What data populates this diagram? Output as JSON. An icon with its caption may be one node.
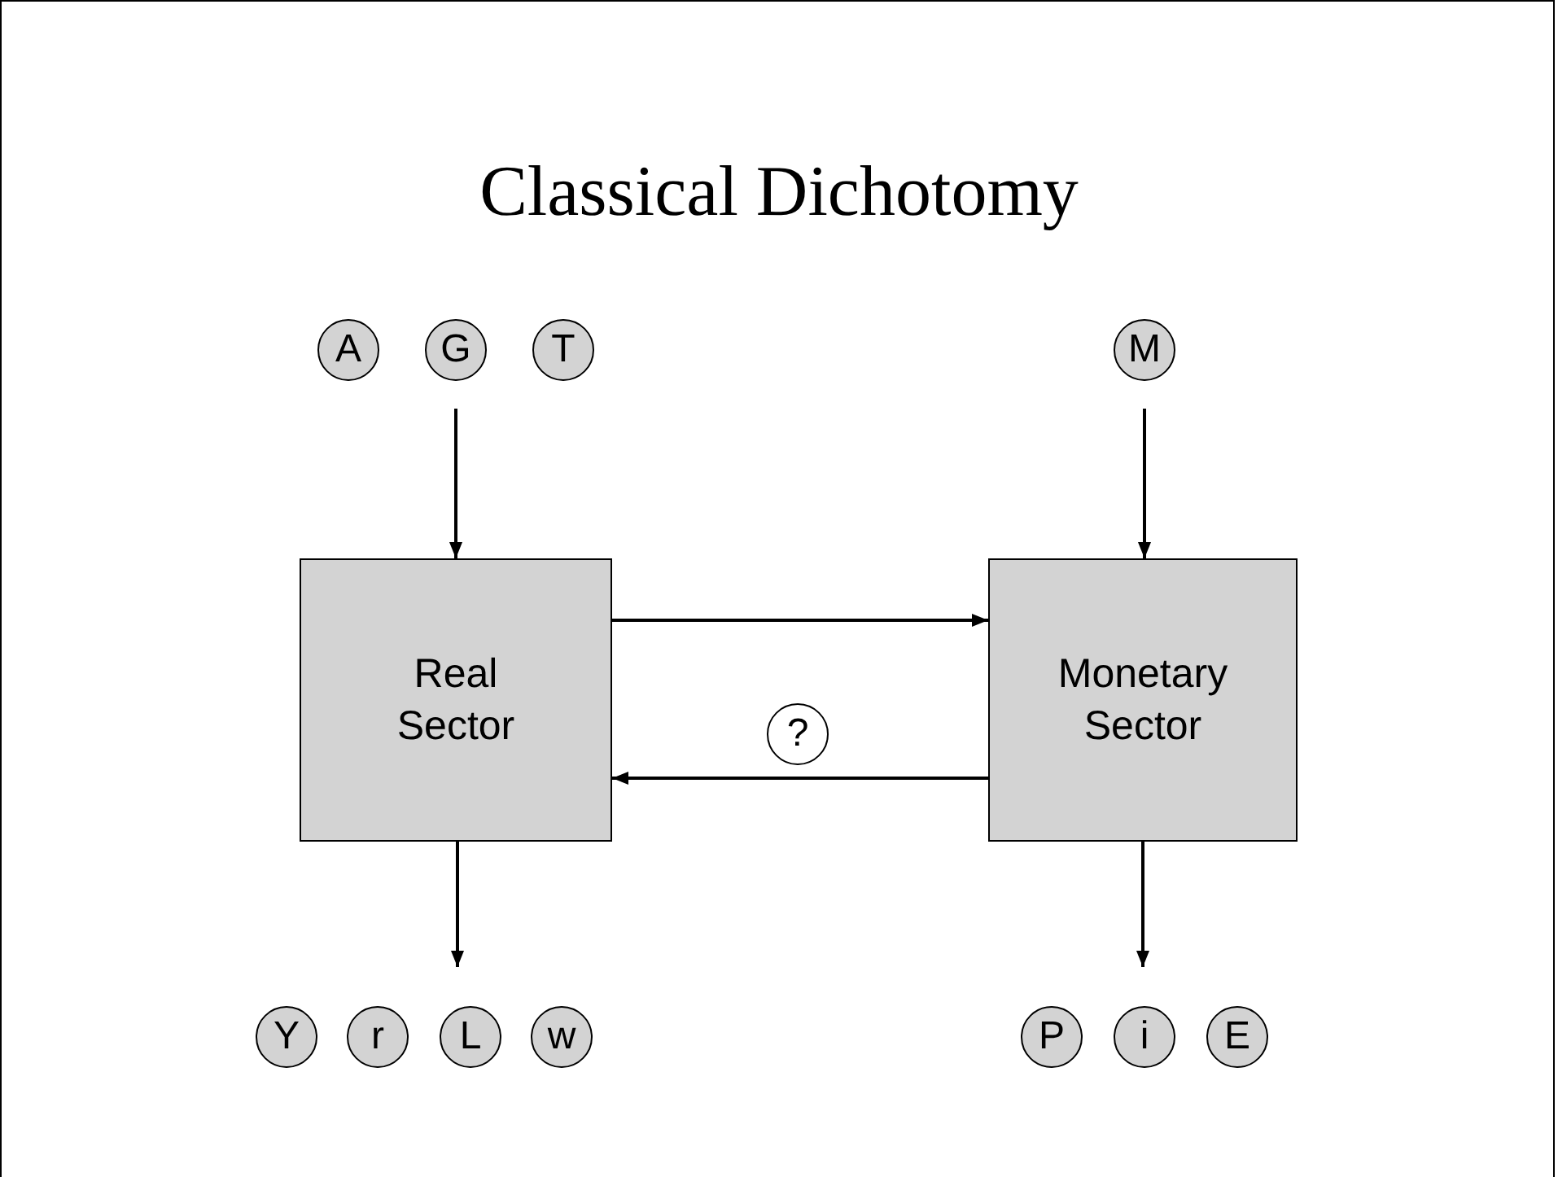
{
  "diagram": {
    "title": "Classical Dichotomy",
    "nodes": [
      {
        "text": [
          "A"
        ]
      },
      {
        "text": [
          "G"
        ]
      },
      {
        "text": [
          "T"
        ]
      },
      {
        "text": [
          "M"
        ]
      },
      {
        "text": [
          "Real Sector"
        ]
      },
      {
        "text": [
          "Monetary Sector"
        ]
      },
      {
        "text": [
          "?"
        ]
      },
      {
        "text": [
          "Y"
        ]
      },
      {
        "text": [
          "r"
        ]
      },
      {
        "text": [
          "L"
        ]
      },
      {
        "text": [
          "w"
        ]
      },
      {
        "text": [
          "P"
        ]
      },
      {
        "text": [
          "i"
        ]
      },
      {
        "text": [
          "E"
        ]
      }
    ],
    "edges": [
      {
        "from": 1,
        "to": 4,
        "arrow": "to"
      },
      {
        "from": 3,
        "to": 5,
        "arrow": "to"
      },
      {
        "from": 4,
        "to": 5,
        "arrow": "to"
      },
      {
        "from": 5,
        "to": 4,
        "arrow": "to"
      },
      {
        "from": 4,
        "to": 9,
        "arrow": "to"
      },
      {
        "from": 5,
        "to": 12,
        "arrow": "to"
      }
    ]
  }
}
